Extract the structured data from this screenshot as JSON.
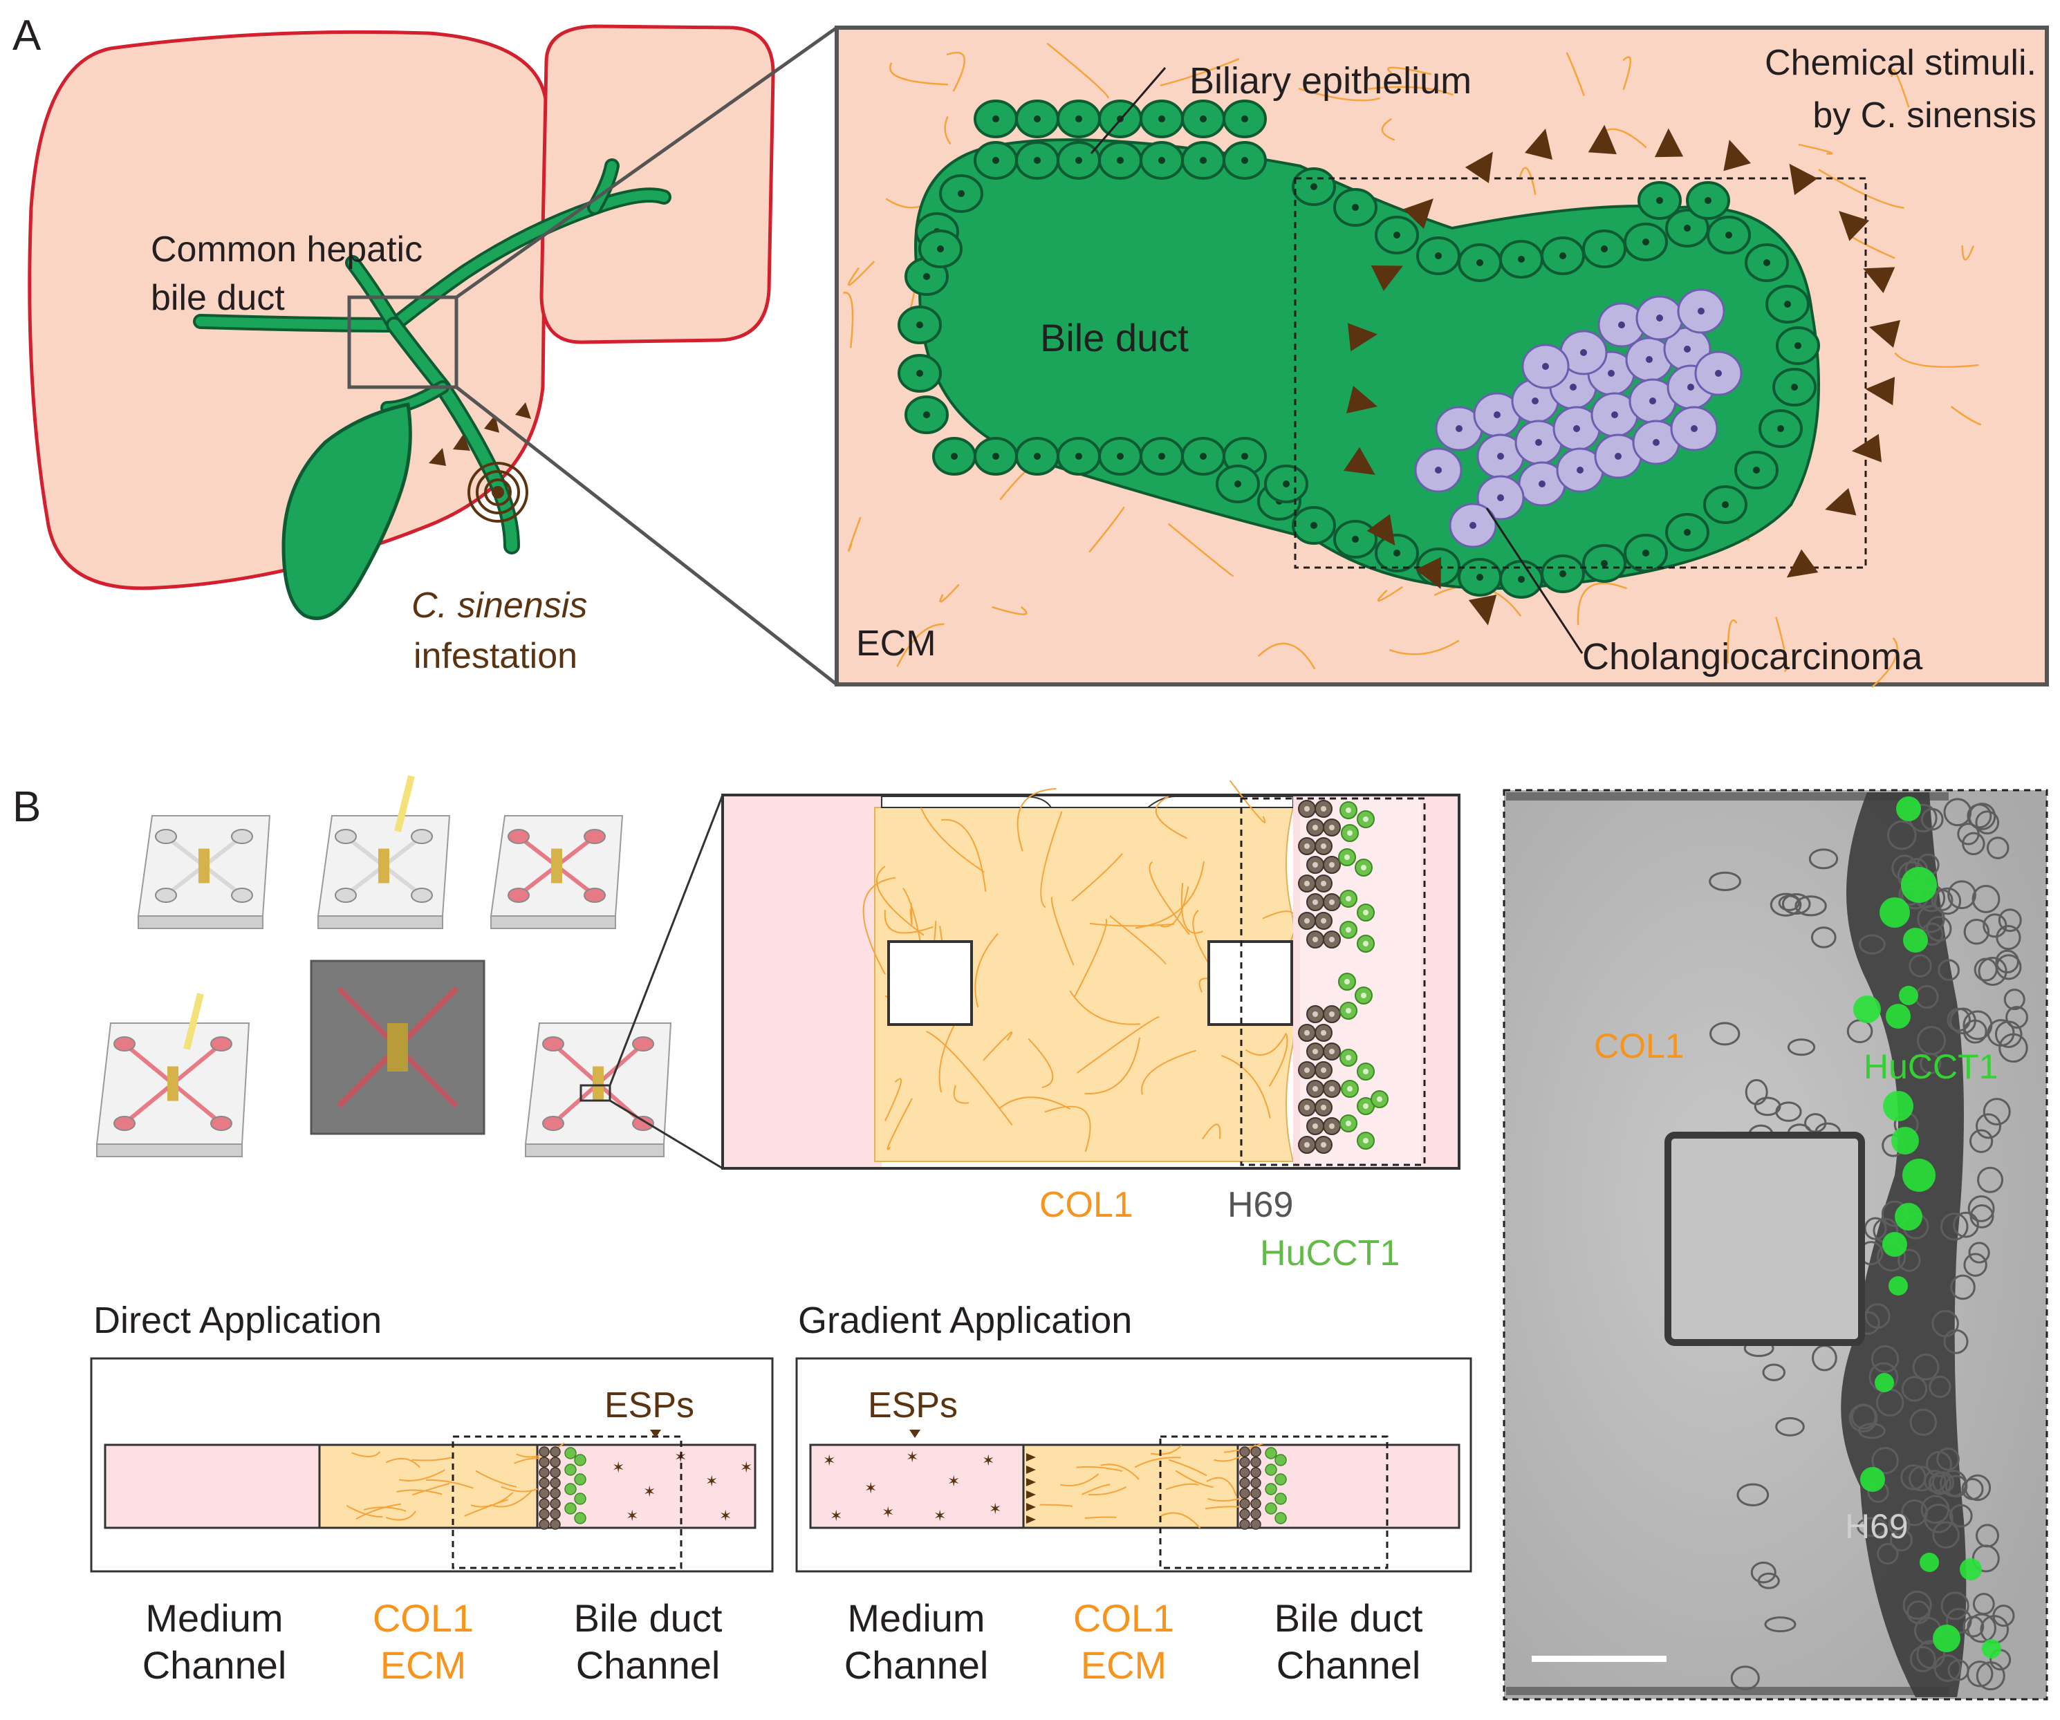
{
  "panel_a": {
    "letter": "A",
    "liver": {
      "label_line1": "Common hepatic",
      "label_line2": "bile duct",
      "infest_line1": "C. sinensis",
      "infest_line2": "infestation"
    },
    "zoom": {
      "biliary": "Biliary epithelium",
      "stimuli_line1": "Chemical stimuli.",
      "stimuli_line2": "by C. sinensis",
      "bile_duct": "Bile duct",
      "ecm": "ECM",
      "cca": "Cholangiocarcinoma"
    }
  },
  "panel_b": {
    "letter": "B",
    "device_zoom": {
      "col1": "COL1",
      "h69": "H69",
      "hucct1": "HuCCT1"
    },
    "direct": {
      "title": "Direct Application",
      "esps": "ESPs"
    },
    "gradient": {
      "title": "Gradient Application",
      "esps": "ESPs"
    },
    "channel_labels": {
      "medium_line1": "Medium",
      "medium_line2": "Channel",
      "col1_line1": "COL1",
      "col1_line2": "ECM",
      "bile_line1": "Bile duct",
      "bile_line2": "Channel"
    },
    "micrograph": {
      "col1": "COL1",
      "hucct1": "HuCCT1",
      "h69": "H69"
    }
  },
  "colors": {
    "tissue": "#fbd5c4",
    "liver_outline": "#d2202f",
    "duct_green": "#1aa55a",
    "duct_dark": "#0e5b33",
    "tumor": "#bcb6e0",
    "tumor_outline": "#6c5eae",
    "fiber": "#f6a33a",
    "col1_bg": "#fde1a8",
    "medium_pink": "#fce0e3",
    "hucct1_green": "#6cc24a",
    "h69_brown": "#7a6a5d",
    "esp_brown": "#5b3311",
    "col1_text": "#f7941d",
    "hucct1_text": "#62bb46"
  }
}
